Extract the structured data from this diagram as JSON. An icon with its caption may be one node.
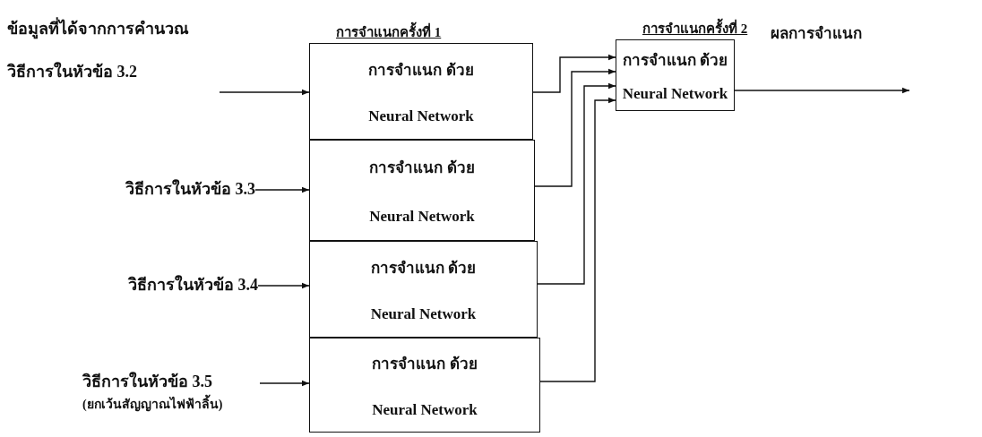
{
  "diagram": {
    "nodes": [
      {
        "text": [
          "ข้อมูลที่ได้จากการคำนวณ วิธีการในหัวข้อ 3.2"
        ]
      },
      {
        "text": [
          "วิธีการในหัวข้อ 3.3"
        ]
      },
      {
        "text": [
          "วิธีการในหัวข้อ 3.4"
        ]
      },
      {
        "text": [
          "วิธีการในหัวข้อ 3.5",
          "(ยกเว้นสัญญาณไฟฟ้าลิ้น)"
        ]
      },
      {
        "text": [
          "การจำแนก ด้วย",
          "Neural Network"
        ],
        "beside": [
          "การจำแนกครั้งที่ 1"
        ]
      },
      {
        "text": [
          "การจำแนก ด้วย",
          "Neural Network"
        ]
      },
      {
        "text": [
          "การจำแนก ด้วย",
          "Neural Network"
        ]
      },
      {
        "text": [
          "การจำแนก ด้วย",
          "Neural Network"
        ]
      },
      {
        "text": [
          "การจำแนก ด้วย",
          "Neural Network"
        ],
        "beside": [
          "การจำแนกครั้งที่ 2"
        ]
      }
    ],
    "edges": [
      {
        "from": 0,
        "to": 4,
        "arrow": "to"
      },
      {
        "from": 1,
        "to": 5,
        "arrow": "to"
      },
      {
        "from": 2,
        "to": 6,
        "arrow": "to"
      },
      {
        "from": 3,
        "to": 7,
        "arrow": "to"
      },
      {
        "from": 4,
        "to": 8,
        "arrow": "to"
      },
      {
        "from": 5,
        "to": 8,
        "arrow": "to"
      },
      {
        "from": 6,
        "to": 8,
        "arrow": "to"
      },
      {
        "from": 7,
        "to": 8,
        "arrow": "to"
      },
      {
        "from": 8,
        "to": null,
        "arrow": "to",
        "label": "ผลการจำแนก"
      }
    ]
  }
}
